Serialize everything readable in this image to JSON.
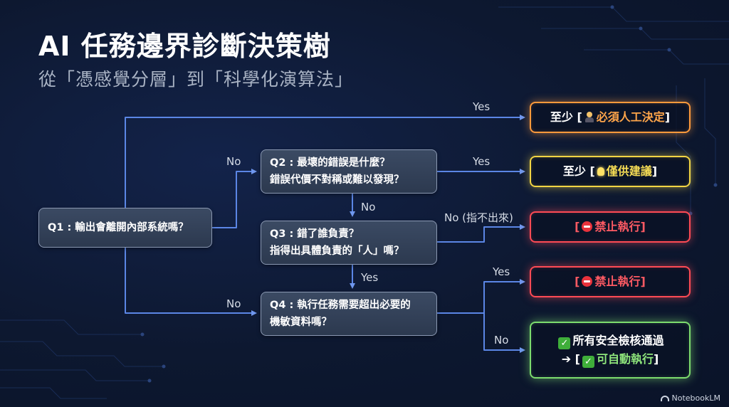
{
  "title": "AI 任務邊界診斷決策樹",
  "subtitle": "從「憑感覺分層」到「科學化演算法」",
  "colors": {
    "background": "#0e1a33",
    "connector": "#5b86e5",
    "orange": "#ff9a3c",
    "yellow": "#f2d544",
    "red": "#ff4b55",
    "green": "#7ddc6e"
  },
  "nodes": {
    "q1": {
      "lines": [
        "Q1 : 輸出會離開內部系統嗎？"
      ]
    },
    "q2": {
      "lines": [
        "Q2 : 最壞的錯誤是什麼？",
        "錯誤代價不對稱或難以發現？"
      ]
    },
    "q3": {
      "lines": [
        "Q3 : 錯了誰負責？",
        "指得出具體負責的「人」嗎？"
      ]
    },
    "q4": {
      "lines": [
        "Q4 : 執行任務需要超出必要的",
        "機敏資料嗎？"
      ]
    }
  },
  "results": {
    "human": {
      "prefix": "至少 [",
      "icon": "person-icon",
      "label": "必須人工決定",
      "suffix": "]"
    },
    "suggest": {
      "prefix": "至少 [",
      "icon": "bulb-icon",
      "label": "僅供建議",
      "suffix": "]"
    },
    "forbid1": {
      "prefix": "[",
      "icon": "no-entry-icon",
      "label": "禁止執行",
      "suffix": "]"
    },
    "forbid2": {
      "prefix": "[",
      "icon": "no-entry-icon",
      "label": "禁止執行",
      "suffix": "]"
    },
    "auto": {
      "line1_icon": "check-icon",
      "line1": "所有安全檢核通過",
      "line2_arrow": "➔ [",
      "line2_icon": "check-icon",
      "line2": "可自動執行",
      "line2_suffix": "]"
    }
  },
  "edges": {
    "q1_yes": "Yes",
    "q1_no_top": "No",
    "q1_no_bottom": "No",
    "q2_yes": "Yes",
    "q2_no": "No",
    "q3_no": "No (指不出來)",
    "q3_yes": "Yes",
    "q4_yes": "Yes",
    "q4_no": "No"
  },
  "branding": {
    "label": "NotebookLM",
    "icon": "notebooklm-icon"
  }
}
